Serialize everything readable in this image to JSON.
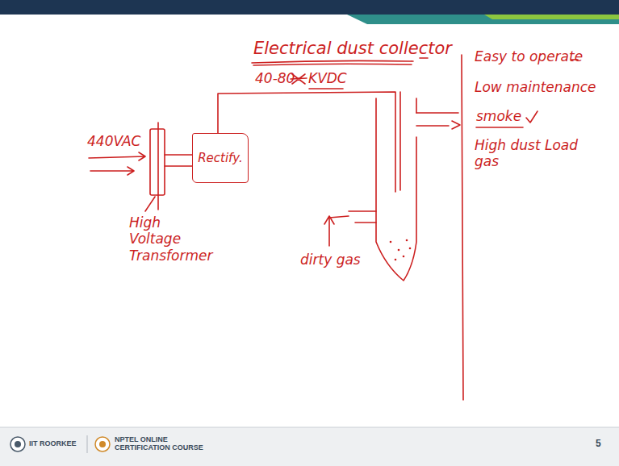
{
  "diagram": {
    "title": "Electrical dust collector",
    "nodes": [
      {
        "text": [
          "Rectify."
        ]
      }
    ],
    "labels": [
      "440VAC",
      "High Voltage Transformer",
      "40-80",
      "KVDC",
      "dirty gas",
      "Easy to operate",
      "Low maintenance",
      "smoke",
      "High dust Load gas",
      "IIT ROORKEE",
      "NPTEL ONLINE CERTIFICATION COURSE",
      "5"
    ]
  }
}
